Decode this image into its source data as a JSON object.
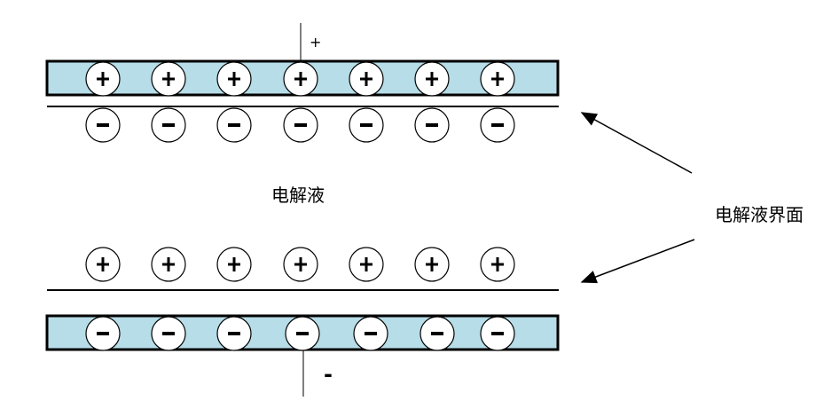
{
  "labels": {
    "electrolyte": "电解液",
    "interface": "电解液界面",
    "positive_terminal": "+",
    "negative_terminal": "-"
  },
  "top_plate": {
    "charge": "+",
    "count": 7
  },
  "top_layer": {
    "charge": "-",
    "count": 7
  },
  "bottom_layer": {
    "charge": "+",
    "count": 7
  },
  "bottom_plate": {
    "charge": "-",
    "count": 7
  },
  "colors": {
    "plate_fill": "#b6dde8",
    "stroke": "#000000"
  }
}
